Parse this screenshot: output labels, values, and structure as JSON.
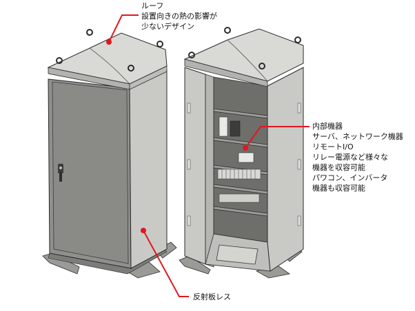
{
  "annotations": {
    "roof": {
      "lines": [
        "ルーフ",
        "設置向きの熱の影響が",
        "少ないデザイン"
      ]
    },
    "internal": {
      "lines": [
        "内部機器",
        "サーバ、ネットワーク機器",
        "リモートI/O",
        "リレー電源など様々な",
        "機器を収容可能",
        "パワコン、インバータ",
        "機器も収容可能"
      ]
    },
    "reflector": {
      "lines": [
        "反射板レス"
      ]
    }
  },
  "colors": {
    "callout": "#e1171e",
    "body_front": "#c9c9c6",
    "body_side": "#a9a9a6",
    "door": "#8f8f8c",
    "interior": "#6e6e6b",
    "outline": "#2a2a2a"
  }
}
